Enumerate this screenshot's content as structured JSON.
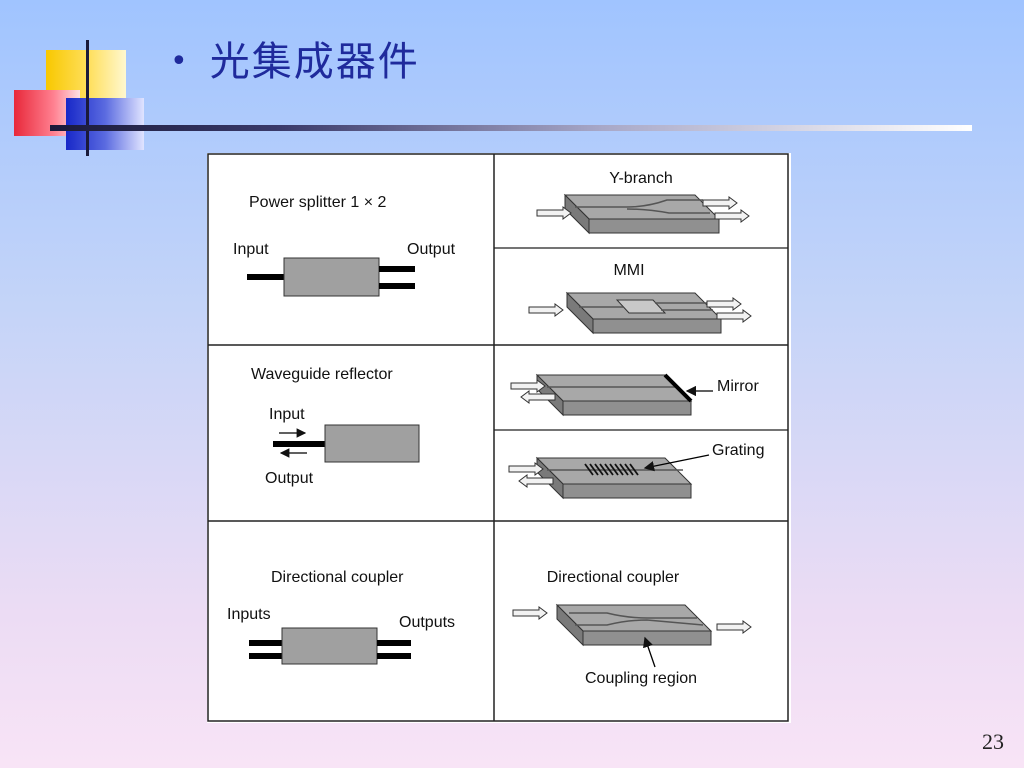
{
  "slide": {
    "bullet": "•",
    "title": "光集成器件",
    "page_number": "23"
  },
  "figure": {
    "rows": [
      {
        "left": {
          "title": "Power splitter  1 × 2",
          "input_label": "Input",
          "output_label": "Output"
        },
        "right": [
          {
            "title": "Y-branch"
          },
          {
            "title": "MMI"
          }
        ]
      },
      {
        "left": {
          "title": "Waveguide reflector",
          "input_label": "Input",
          "output_label": "Output"
        },
        "right": [
          {
            "label": "Mirror"
          },
          {
            "label": "Grating"
          }
        ]
      },
      {
        "left": {
          "title": "Directional coupler",
          "input_label": "Inputs",
          "output_label": "Outputs"
        },
        "right": [
          {
            "title": "Directional coupler",
            "label": "Coupling region"
          }
        ]
      }
    ]
  }
}
